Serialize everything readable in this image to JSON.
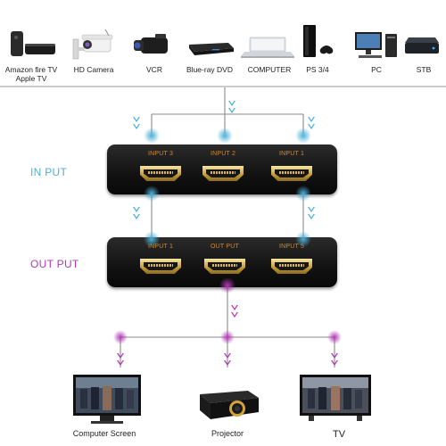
{
  "sources": [
    {
      "label": "Amazon fire TV Apple TV",
      "icon": "amazon-fire-tv-icon"
    },
    {
      "label": "HD Camera",
      "icon": "cctv-camera-icon"
    },
    {
      "label": "VCR",
      "icon": "video-camera-icon"
    },
    {
      "label": "Blue-ray DVD",
      "icon": "bluray-player-icon"
    },
    {
      "label": "COMPUTER",
      "icon": "laptop-icon"
    },
    {
      "label": "PS 3/4",
      "icon": "game-console-icon"
    },
    {
      "label": "PC",
      "icon": "desktop-pc-icon"
    },
    {
      "label": "STB",
      "icon": "set-top-box-icon"
    }
  ],
  "input_section": {
    "label": "IN PUT",
    "ports": [
      "INPUT  3",
      "INPUT  2",
      "INPUT  1"
    ]
  },
  "output_section": {
    "label": "OUT PUT",
    "ports": [
      "INPUT  1",
      "OUT PUT",
      "INPUT  5"
    ]
  },
  "outputs": [
    {
      "label": "Computer Screen",
      "icon": "monitor-icon"
    },
    {
      "label": "Projector",
      "icon": "projector-icon"
    },
    {
      "label": "TV",
      "icon": "tv-icon"
    }
  ],
  "colors": {
    "input_accent": "#4cb0d8",
    "output_accent": "#b23ab5",
    "line": "#9a9a9a",
    "port_label": "#d2882c"
  }
}
